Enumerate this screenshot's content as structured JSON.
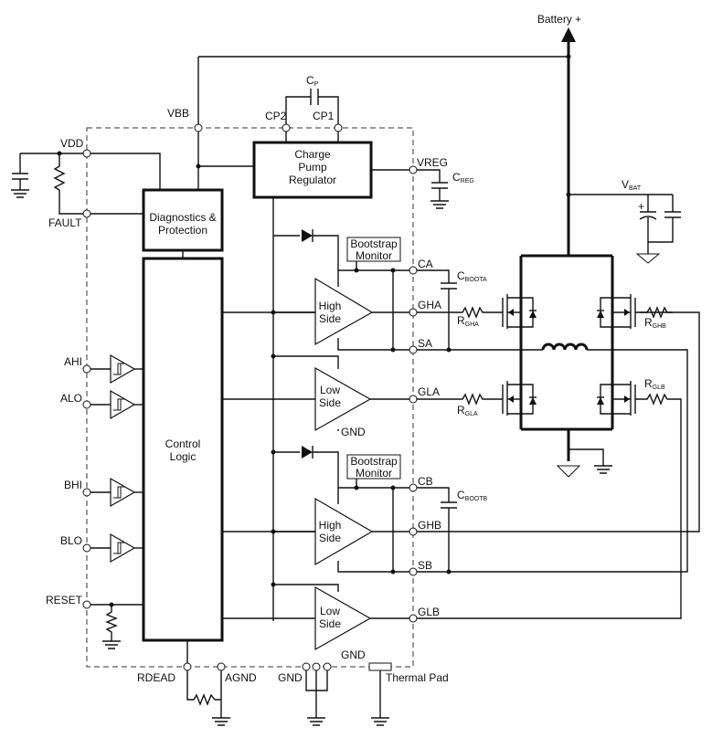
{
  "labels": {
    "battery": "Battery +",
    "vbb": "VBB",
    "vdd": "VDD",
    "fault": "FAULT",
    "cp_main": "C",
    "cp_sub": "P",
    "cp2": "CP2",
    "cp1": "CP1",
    "vreg": "VREG",
    "creg_main": "C",
    "creg_sub": "REG",
    "vbat_main": "V",
    "vbat_sub": "BAT",
    "ahi": "AHI",
    "alo": "ALO",
    "bhi": "BHI",
    "blo": "BLO",
    "reset": "RESET",
    "rdead": "RDEAD",
    "agnd": "AGND",
    "gnd_pin": "GND",
    "thermal": "Thermal Pad",
    "ca": "CA",
    "cboota_main": "C",
    "cboota_sub": "BOOTA",
    "gha": "GHA",
    "rgha_main": "R",
    "rgha_sub": "GHA",
    "sa": "SA",
    "gla": "GLA",
    "rgla_main": "R",
    "rgla_sub": "GLA",
    "gnd_a": "GND",
    "cb": "CB",
    "cbootb_main": "C",
    "cbootb_sub": "BOOTB",
    "ghb": "GHB",
    "rghb_main": "R",
    "rghb_sub": "GHB",
    "sb": "SB",
    "glb": "GLB",
    "rglb_main": "R",
    "rglb_sub": "GLB",
    "gnd_b": "GND"
  },
  "blocks": {
    "charge_pump": [
      "Charge",
      "Pump",
      "Regulator"
    ],
    "diagnostics": [
      "Diagnostics &",
      "Protection"
    ],
    "control": [
      "Control",
      "Logic"
    ],
    "bootstrap_a": [
      "Bootstrap",
      "Monitor"
    ],
    "bootstrap_b": [
      "Bootstrap",
      "Monitor"
    ],
    "high_a": [
      "High",
      "Side"
    ],
    "low_a": [
      "Low",
      "Side"
    ],
    "high_b": [
      "High",
      "Side"
    ],
    "low_b": [
      "Low",
      "Side"
    ]
  }
}
